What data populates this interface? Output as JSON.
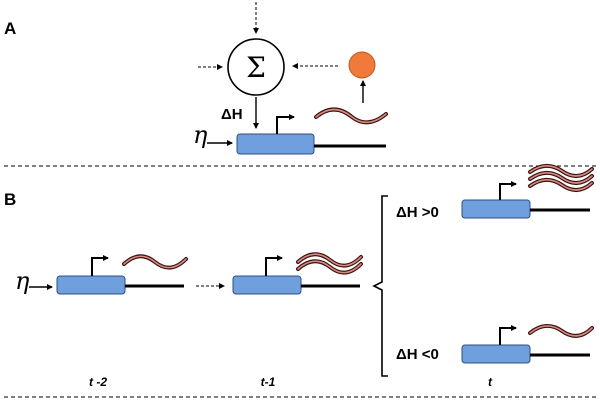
{
  "panels": {
    "a": {
      "label": "A",
      "sum_symbol": "Σ",
      "delta_h": "ΔH",
      "input_symbol": "η"
    },
    "b": {
      "label": "B",
      "input_symbol": "η",
      "outcomes": [
        {
          "condition": "ΔH >0",
          "mrna_count": 3
        },
        {
          "condition": "ΔH <0",
          "mrna_count": 1
        }
      ],
      "timepoints": [
        {
          "label": "t -2",
          "mrna_count": 1
        },
        {
          "label": "t-1",
          "mrna_count": 2
        },
        {
          "label": "t"
        }
      ]
    }
  },
  "colors": {
    "gene_box": "#6f9fdc",
    "gene_box_border": "#2e4f83",
    "mrna_dark": "#3a1412",
    "mrna_light": "#d88a80",
    "protein": "#ef7a3b",
    "protein_border": "#c7531c"
  }
}
